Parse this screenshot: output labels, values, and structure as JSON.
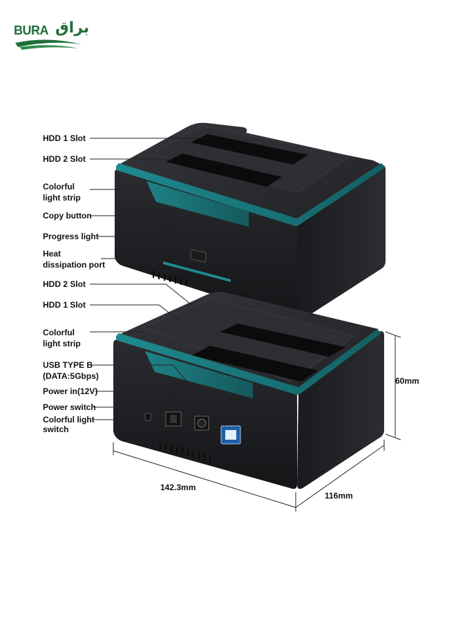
{
  "logo": {
    "latin": "BURA",
    "arabic": "براق",
    "brand_color": "#1f6e3a"
  },
  "colors": {
    "device_body": "#1c1d20",
    "accent_teal": "#1b7a7f",
    "leader_line": "#222222"
  },
  "top_unit_labels": [
    {
      "id": "hdd1-slot-top",
      "lines": [
        "HDD 1 Slot"
      ]
    },
    {
      "id": "hdd2-slot-top",
      "lines": [
        "HDD 2 Slot"
      ]
    },
    {
      "id": "light-strip-top",
      "lines": [
        "Colorful",
        "light strip"
      ]
    },
    {
      "id": "copy-button",
      "lines": [
        "Copy button"
      ]
    },
    {
      "id": "progress-light",
      "lines": [
        "Progress light"
      ]
    },
    {
      "id": "heat-port",
      "lines": [
        "Heat",
        "dissipation port"
      ]
    }
  ],
  "bottom_unit_labels": [
    {
      "id": "hdd2-slot-bottom",
      "lines": [
        "HDD 2 Slot"
      ]
    },
    {
      "id": "hdd1-slot-bottom",
      "lines": [
        "HDD 1 Slot"
      ]
    },
    {
      "id": "light-strip-bottom",
      "lines": [
        "Colorful",
        "light strip"
      ]
    },
    {
      "id": "usb-type-b",
      "lines": [
        "USB TYPE B",
        "(DATA:5Gbps)"
      ]
    },
    {
      "id": "power-in",
      "lines": [
        "Power in(12V)"
      ]
    },
    {
      "id": "power-switch",
      "lines": [
        "Power switch"
      ]
    },
    {
      "id": "light-switch",
      "lines": [
        "Colorful light",
        "switch"
      ]
    }
  ],
  "dimensions": {
    "height": "60mm",
    "width": "142.3mm",
    "depth": "116mm"
  }
}
